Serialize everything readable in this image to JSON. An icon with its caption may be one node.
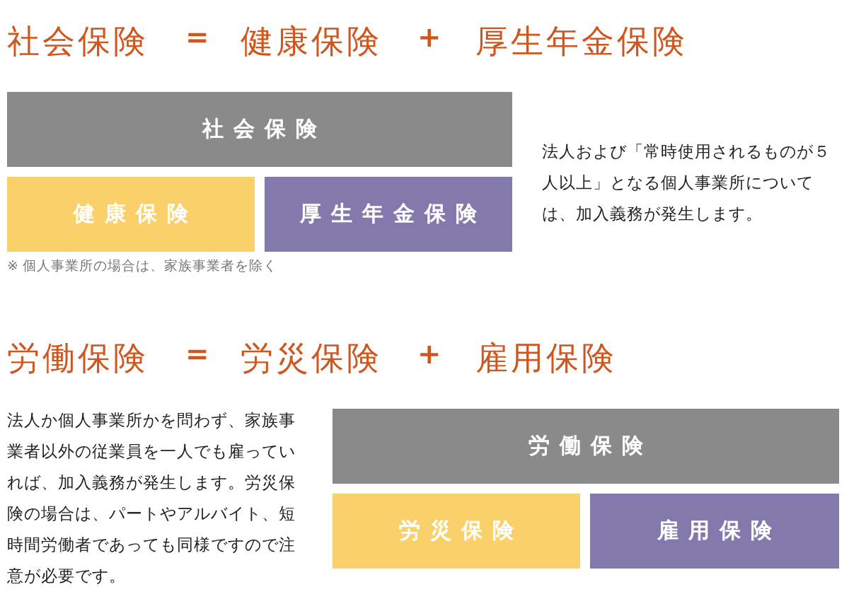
{
  "diagram": {
    "nodes": [
      {
        "text": [
          "社会保険"
        ]
      },
      {
        "text": [
          "健康保険"
        ]
      },
      {
        "text": [
          "厚生年金保険"
        ]
      },
      {
        "text": [
          "労働保険"
        ]
      },
      {
        "text": [
          "労災保険"
        ]
      },
      {
        "text": [
          "雇用保険"
        ]
      }
    ],
    "labels": [
      "社会保険",
      "=",
      "健康保険",
      "+",
      "厚生年金保険",
      "法人および「常時使用されるものが５人以上」となる個人事業所については、加入義務が発生します。",
      "※ 個人事業所の場合は、家族事業者を除く",
      "労働保険",
      "=",
      "労災保険",
      "+",
      "雇用保険",
      "法人か個人事業所かを問わず、家族事業者以外の従業員を一人でも雇っていれば、加入義務が発生します。労災保険の場合は、パートやアルバイト、短時間労働者であっても同様ですので注意が必要です。"
    ]
  }
}
